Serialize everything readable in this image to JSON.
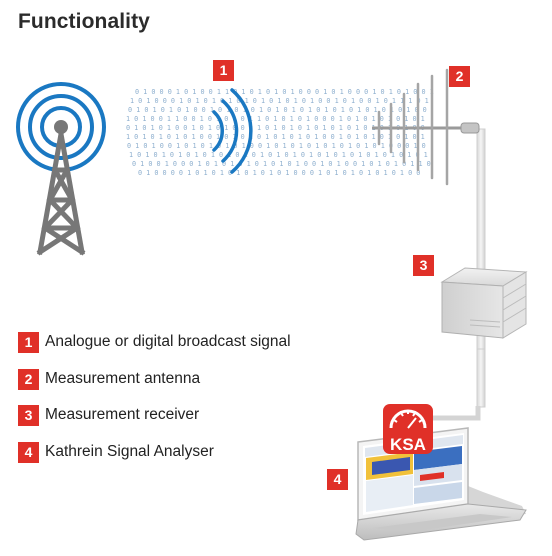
{
  "title": "Functionality",
  "markers": {
    "signal": "1",
    "antenna": "2",
    "receiver": "3",
    "analyser": "4"
  },
  "legend": [
    {
      "number": "1",
      "label": "Analogue or digital broadcast signal"
    },
    {
      "number": "2",
      "label": "Measurement antenna"
    },
    {
      "number": "3",
      "label": "Measurement receiver"
    },
    {
      "number": "4",
      "label": "Kathrein Signal Analyser"
    }
  ],
  "ksa_logo": "KSA",
  "colors": {
    "accent_red": "#e03028",
    "signal_blue": "#1a78c2",
    "tower_gray": "#777777"
  }
}
